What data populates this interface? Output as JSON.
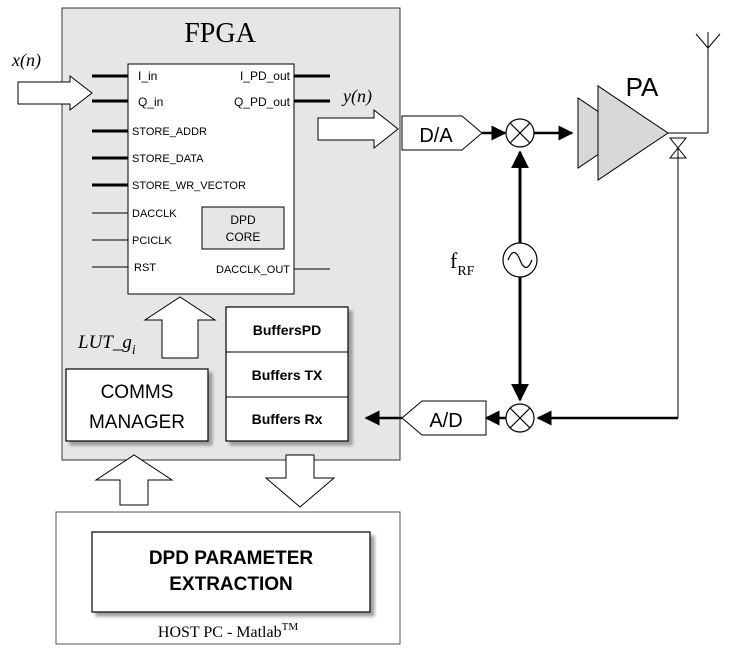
{
  "fpga": {
    "title": "FPGA"
  },
  "inputs": {
    "x_n": "x(n)",
    "y_n": "y(n)"
  },
  "module": {
    "pins_left": [
      "I_in",
      "Q_in",
      "STORE_ADDR",
      "STORE_DATA",
      "STORE_WR_VECTOR",
      "DACCLK",
      "PCICLK",
      "RST"
    ],
    "pins_right": [
      "I_PD_out",
      "Q_PD_out",
      "DACCLK_OUT"
    ],
    "core_line1": "DPD",
    "core_line2": "CORE"
  },
  "lut": {
    "main": "LUT_g",
    "sub": "i"
  },
  "comms": {
    "line1": "COMMS",
    "line2": "MANAGER"
  },
  "buffers": [
    "BuffersPD",
    "Buffers TX",
    "Buffers Rx"
  ],
  "converters": {
    "dac": "D/A",
    "adc": "A/D"
  },
  "pa": {
    "label": "PA"
  },
  "oscillator": {
    "main": "f",
    "sub": "RF"
  },
  "host": {
    "param_line1": "DPD PARAMETER",
    "param_line2": "EXTRACTION",
    "label": "HOST PC -  Matlab",
    "label_sup": "TM"
  }
}
